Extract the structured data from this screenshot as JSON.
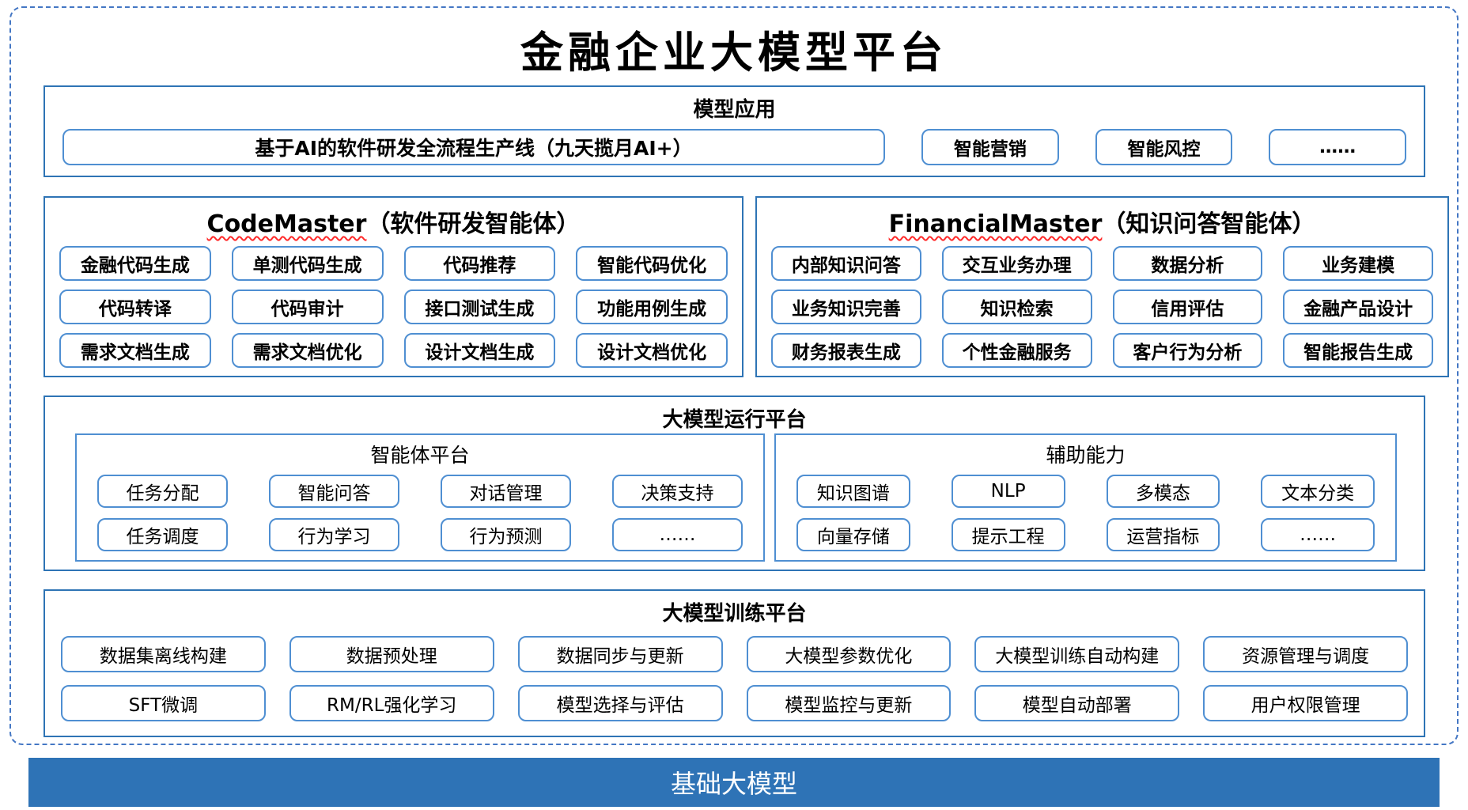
{
  "title": "金融企业大模型平台",
  "colors": {
    "accent_blue": "#2E74B5",
    "box_border": "#4F8FD2",
    "dashed_border": "#4477C4",
    "bar_bg": "#2E73B6",
    "wavy_red": "#FF2A2A"
  },
  "model_app": {
    "header": "模型应用",
    "pipeline": "基于AI的软件研发全流程生产线（九天揽月AI+）",
    "boxes": [
      "智能营销",
      "智能风控",
      "……"
    ]
  },
  "agents": [
    {
      "name_en": "CodeMaster",
      "name_zh": "（软件研发智能体）",
      "items": [
        "金融代码生成",
        "单测代码生成",
        "代码推荐",
        "智能代码优化",
        "代码转译",
        "代码审计",
        "接口测试生成",
        "功能用例生成",
        "需求文档生成",
        "需求文档优化",
        "设计文档生成",
        "设计文档优化"
      ]
    },
    {
      "name_en": "FinancialMaster",
      "name_zh": "（知识问答智能体）",
      "items": [
        "内部知识问答",
        "交互业务办理",
        "数据分析",
        "业务建模",
        "业务知识完善",
        "知识检索",
        "信用评估",
        "金融产品设计",
        "财务报表生成",
        "个性金融服务",
        "客户行为分析",
        "智能报告生成"
      ]
    }
  ],
  "runtime": {
    "header": "大模型运行平台",
    "groups": [
      {
        "title": "智能体平台",
        "items": [
          "任务分配",
          "智能问答",
          "对话管理",
          "决策支持",
          "任务调度",
          "行为学习",
          "行为预测",
          "……"
        ]
      },
      {
        "title": "辅助能力",
        "items": [
          "知识图谱",
          "NLP",
          "多模态",
          "文本分类",
          "向量存储",
          "提示工程",
          "运营指标",
          "……"
        ]
      }
    ]
  },
  "training": {
    "header": "大模型训练平台",
    "items": [
      "数据集离线构建",
      "数据预处理",
      "数据同步与更新",
      "大模型参数优化",
      "大模型训练自动构建",
      "资源管理与调度",
      "SFT微调",
      "RM/RL强化学习",
      "模型选择与评估",
      "模型监控与更新",
      "模型自动部署",
      "用户权限管理"
    ]
  },
  "foundation": {
    "label": "基础大模型"
  }
}
